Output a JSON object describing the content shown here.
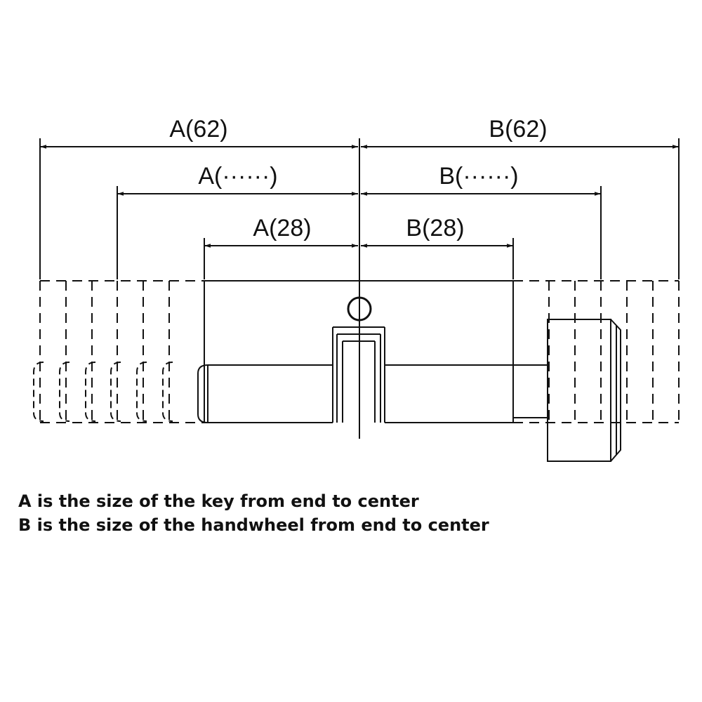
{
  "dimensions": {
    "a_outer": "A(62)",
    "b_outer": "B(62)",
    "a_middle": "A(······)",
    "b_middle": "B(······)",
    "a_inner": "A(28)",
    "b_inner": "B(28)"
  },
  "captions": {
    "line_a": "A is the size of the key from end to center",
    "line_b": "B is the size of the handwheel from end to center"
  },
  "colors": {
    "line": "#111111",
    "background": "#ffffff"
  },
  "icons": [
    "arrowhead-icon",
    "keyhole-circle-icon"
  ]
}
